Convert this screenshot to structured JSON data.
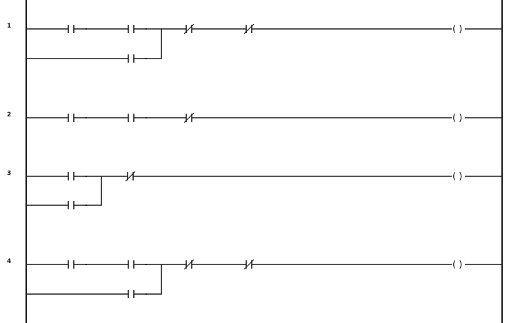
{
  "diagram": {
    "type": "ladder-logic",
    "colors": {
      "line": "#1a1a1a",
      "background": "#ffffff"
    },
    "rungs": [
      {
        "label": "1",
        "main": [
          "NO",
          "NO",
          "NC",
          "NC"
        ],
        "branch": {
          "contacts": [
            "NO"
          ],
          "parallel_to": [
            0,
            1
          ]
        },
        "coil": "( )"
      },
      {
        "label": "2",
        "main": [
          "NO",
          "NO",
          "NC"
        ],
        "branch": null,
        "coil": "( )"
      },
      {
        "label": "3",
        "main": [
          "NO",
          "NC"
        ],
        "branch": {
          "contacts": [
            "NO"
          ],
          "parallel_to": [
            0
          ]
        },
        "coil": "( )"
      },
      {
        "label": "4",
        "main": [
          "NO",
          "NO",
          "NC",
          "NC"
        ],
        "branch": {
          "contacts": [
            "NO"
          ],
          "parallel_to": [
            0,
            1
          ]
        },
        "coil": "( )"
      }
    ]
  }
}
